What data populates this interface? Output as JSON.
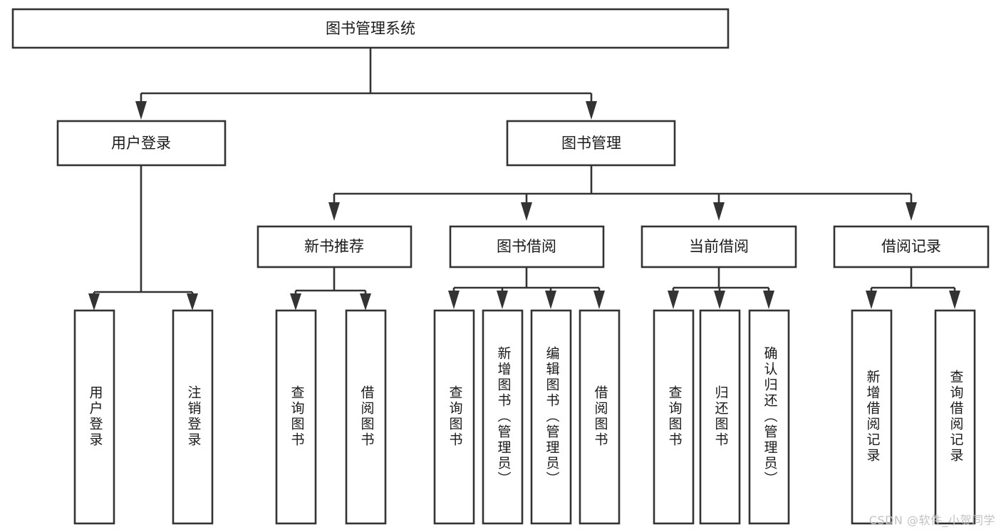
{
  "diagram": {
    "title": "图书管理系统",
    "type": "tree",
    "watermark": "CSDN @软件_小贺同学",
    "colors": {
      "background": "#ffffff",
      "stroke": "#333333",
      "box_fill": "#ffffff",
      "text": "#1a1a1a",
      "watermark": "#c2c2c2"
    },
    "levels": {
      "root": {
        "label": "图书管理系统"
      },
      "level2": [
        {
          "label": "用户登录"
        },
        {
          "label": "图书管理"
        }
      ],
      "level3": [
        {
          "label": "新书推荐"
        },
        {
          "label": "图书借阅"
        },
        {
          "label": "当前借阅"
        },
        {
          "label": "借阅记录"
        }
      ],
      "leaves": [
        {
          "label": "用户登录",
          "parent": "用户登录"
        },
        {
          "label": "注销登录",
          "parent": "用户登录"
        },
        {
          "label": "查询图书",
          "parent": "新书推荐"
        },
        {
          "label": "借阅图书",
          "parent": "新书推荐"
        },
        {
          "label": "查询图书",
          "parent": "图书借阅"
        },
        {
          "label": "新增图书（管理员）",
          "parent": "图书借阅"
        },
        {
          "label": "编辑图书（管理员）",
          "parent": "图书借阅"
        },
        {
          "label": "借阅图书",
          "parent": "图书借阅"
        },
        {
          "label": "查询图书",
          "parent": "当前借阅"
        },
        {
          "label": "归还图书",
          "parent": "当前借阅"
        },
        {
          "label": "确认归还（管理员）",
          "parent": "当前借阅"
        },
        {
          "label": "新增借阅记录",
          "parent": "借阅记录"
        },
        {
          "label": "查询借阅记录",
          "parent": "借阅记录"
        }
      ]
    }
  }
}
